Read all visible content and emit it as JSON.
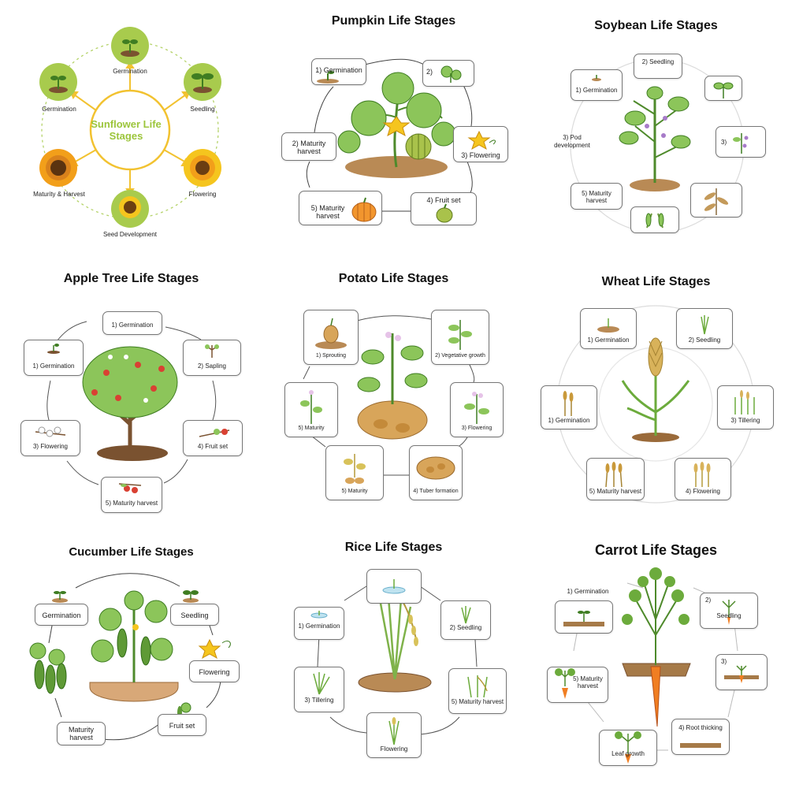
{
  "panels": {
    "sunflower": {
      "title": "Sunflower Life Stages",
      "stages": [
        "Germination",
        "Seedling",
        "Flowering",
        "Seed Development",
        "Maturity & Harvest",
        "Germination"
      ]
    },
    "pumpkin": {
      "title": "Pumpkin Life Stages",
      "stages": [
        "1) Germination",
        "2)",
        "3) Flowering",
        "4) Fruit set",
        "5) Maturity harvest",
        "2) Maturity harvest"
      ]
    },
    "soybean": {
      "title": "Soybean Life Stages",
      "stages": [
        "1) Germination",
        "2) Seedling",
        "3)",
        "3) Pod development",
        "5) Maturity harvest"
      ]
    },
    "apple": {
      "title": "Apple Tree Life Stages",
      "stages": [
        "1) Germination",
        "1) Germination",
        "2) Sapling",
        "3) Flowering",
        "4) Fruit set",
        "5) Maturity harvest"
      ]
    },
    "potato": {
      "title": "Potato Life Stages",
      "stages": [
        "1) Sprouting",
        "2) Vegetative growth",
        "3) Flowering",
        "4) Tuber formation",
        "5) Maturity",
        "5) Maturity"
      ]
    },
    "wheat": {
      "title": "Wheat Life Stages",
      "stages": [
        "1) Germination",
        "2) Seedling",
        "3) Tillering",
        "4) Flowering",
        "5) Maturity harvest",
        "1) Germination"
      ]
    },
    "cucumber": {
      "title": "Cucumber Life Stages",
      "stages": [
        "Germination",
        "Seedling",
        "Flowering",
        "Fruit set",
        "Maturity harvest"
      ]
    },
    "rice": {
      "title": "Rice Life Stages",
      "stages": [
        "1) Germination",
        "2) Seedling",
        "5) Maturity harvest",
        "Flowering",
        "3) Tillering"
      ]
    },
    "carrot": {
      "title": "Carrot Life Stages",
      "stages": [
        "1) Germination",
        "2)",
        "Seedling",
        "3)",
        "4) Root thicking",
        "Leaf growth",
        "5) Maturity harvest"
      ]
    }
  },
  "colors": {
    "leaf": "#6cab3c",
    "leaf_dark": "#3f7d22",
    "soil": "#b98a55",
    "soil_dark": "#7a5230",
    "sunflower_accent": "#9cc53b",
    "sunflower_ring": "#f2c230",
    "pumpkin": "#f2962e",
    "apple_red": "#d94133",
    "carrot_orange": "#f07e22",
    "flower_yellow": "#f5c51e",
    "flower_purple": "#a77bc9",
    "grain": "#d8b25a"
  }
}
